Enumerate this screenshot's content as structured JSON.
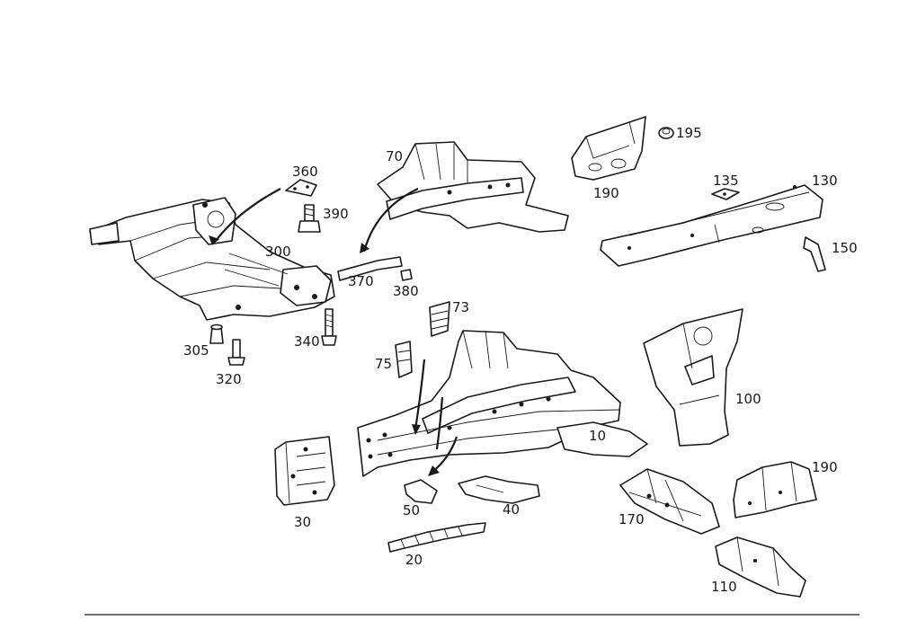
{
  "diagram": {
    "callouts": [
      {
        "id": "c10",
        "label": "10"
      },
      {
        "id": "c20",
        "label": "20"
      },
      {
        "id": "c30",
        "label": "30"
      },
      {
        "id": "c40",
        "label": "40"
      },
      {
        "id": "c50",
        "label": "50"
      },
      {
        "id": "c70",
        "label": "70"
      },
      {
        "id": "c73",
        "label": "73"
      },
      {
        "id": "c75",
        "label": "75"
      },
      {
        "id": "c100",
        "label": "100"
      },
      {
        "id": "c110",
        "label": "110"
      },
      {
        "id": "c130",
        "label": "130"
      },
      {
        "id": "c135",
        "label": "135"
      },
      {
        "id": "c150",
        "label": "150"
      },
      {
        "id": "c170",
        "label": "170"
      },
      {
        "id": "c190a",
        "label": "190"
      },
      {
        "id": "c190b",
        "label": "190"
      },
      {
        "id": "c195",
        "label": "195"
      },
      {
        "id": "c300",
        "label": "300"
      },
      {
        "id": "c305",
        "label": "305"
      },
      {
        "id": "c320",
        "label": "320"
      },
      {
        "id": "c340",
        "label": "340"
      },
      {
        "id": "c360",
        "label": "360"
      },
      {
        "id": "c370",
        "label": "370"
      },
      {
        "id": "c380",
        "label": "380"
      },
      {
        "id": "c390",
        "label": "390"
      }
    ]
  }
}
